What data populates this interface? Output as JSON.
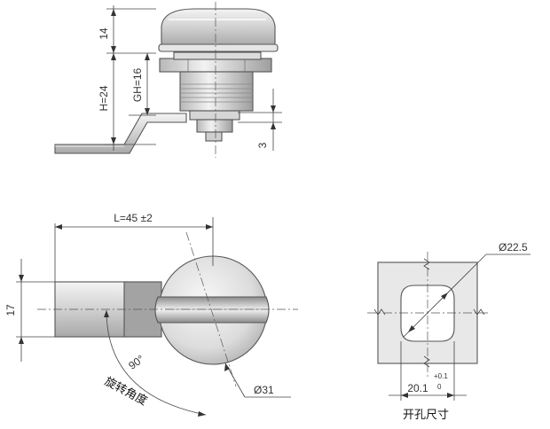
{
  "side_view": {
    "dim_knob": "14",
    "dim_h": "H=24",
    "dim_gh": "GH=16",
    "dim_cam": "3"
  },
  "front_view": {
    "dim_length": "L=45 ±2",
    "dim_width": "17",
    "dim_diameter": "Ø31",
    "dim_angle": "90°",
    "label_rotation_angle": "旋转角度"
  },
  "cutout_view": {
    "dim_diameter": "Ø22.5",
    "dim_flat": "20.1",
    "tol_upper": "+0.1",
    "tol_lower": "0",
    "caption": "开孔尺寸"
  }
}
